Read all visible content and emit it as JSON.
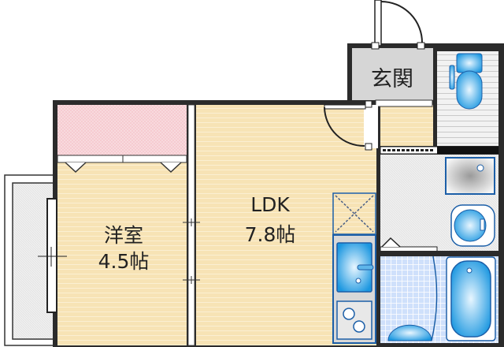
{
  "floorplan": {
    "entrance": {
      "name": "玄関"
    },
    "western_room": {
      "name": "洋室",
      "size": "4.5帖"
    },
    "ldk": {
      "name": "LDK",
      "size": "7.8帖"
    }
  },
  "colors": {
    "wood": "#f7e3b5",
    "closet": "#f6c9cf",
    "wall": "#2b2b2b",
    "entrance": "#d6d6d6",
    "fixture_blue": "#2aa5e8",
    "bath_tile": "#cfe0fb"
  }
}
